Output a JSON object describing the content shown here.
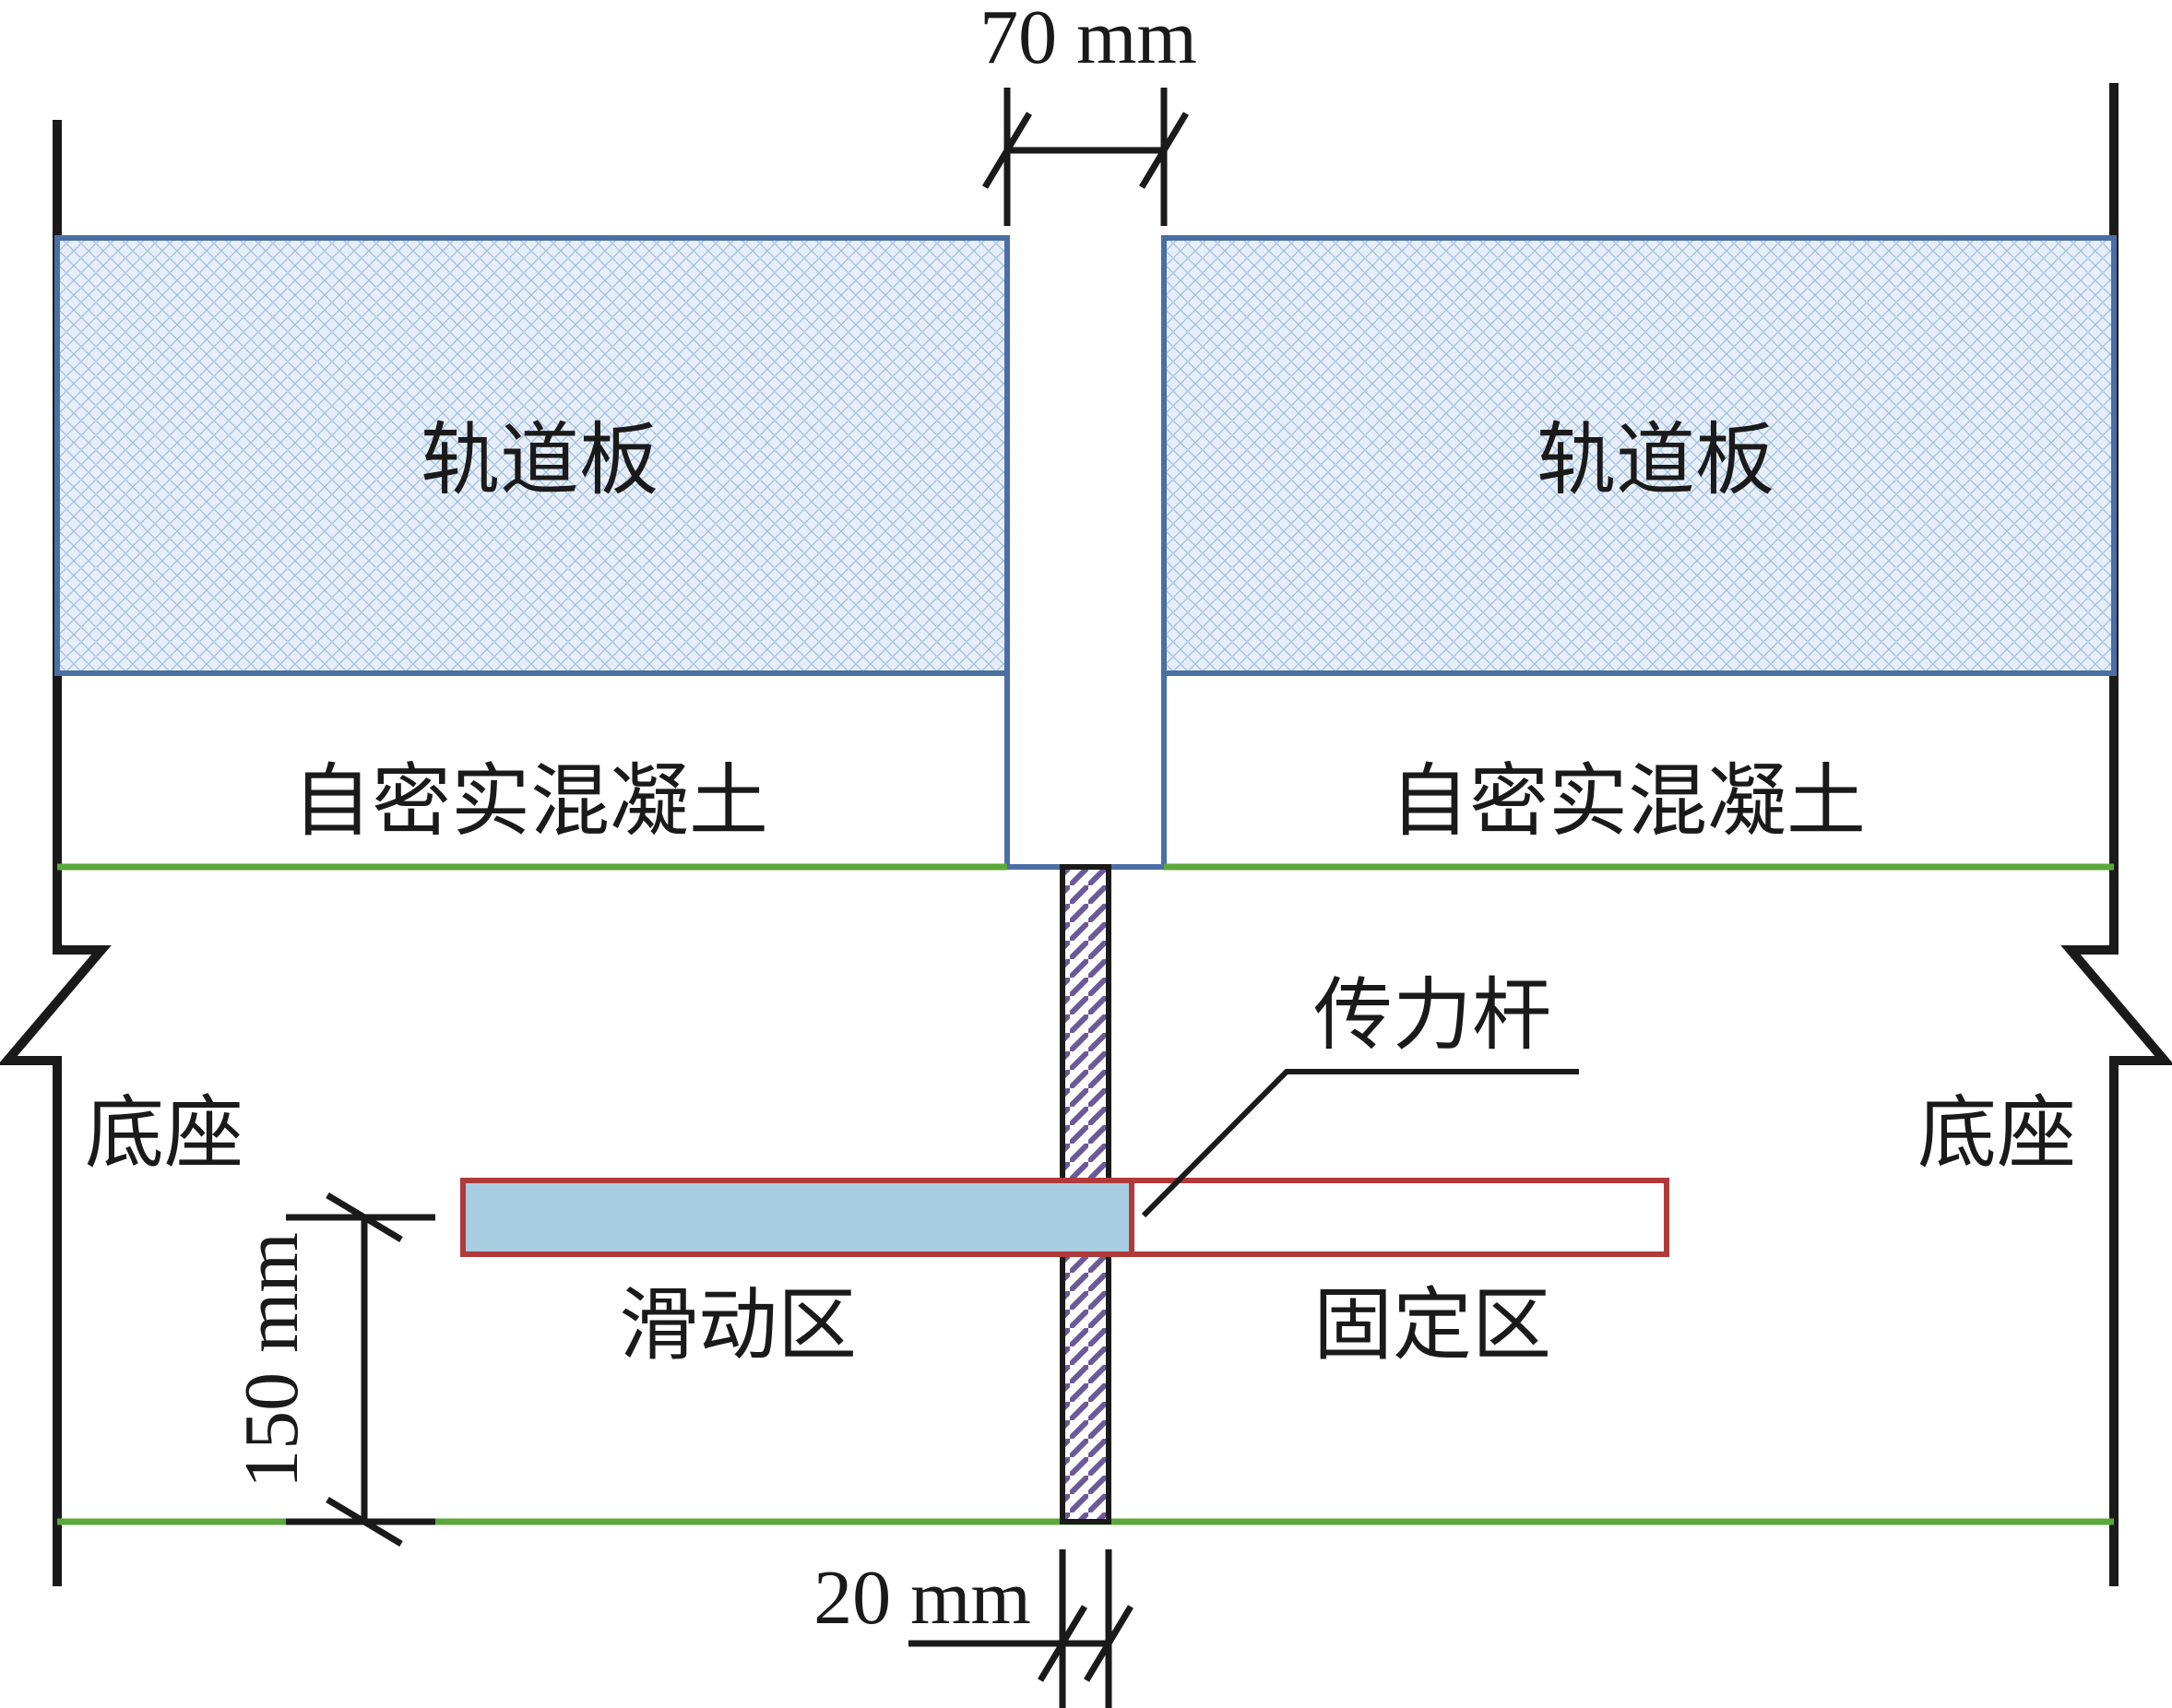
{
  "labels": {
    "track_slab_left": "轨道板",
    "track_slab_right": "轨道板",
    "scc_left": "自密实混凝土",
    "scc_right": "自密实混凝土",
    "base_left": "底座",
    "base_right": "底座",
    "dowel_bar": "传力杆",
    "sliding_zone": "滑动区",
    "fixed_zone": "固定区"
  },
  "dimensions": {
    "gap_width": "70 mm",
    "joint_width": "20 mm",
    "dowel_depth": "150 mm"
  },
  "colors": {
    "slab_border": "#4a6fa5",
    "slab_fill": "#dde8f5",
    "green_line": "#5aa83a",
    "dowel_border": "#b03a3a",
    "dowel_sliding_fill": "#a8cce0",
    "joint_hatch": "#6a5a9a",
    "line": "#1a1a1a"
  }
}
